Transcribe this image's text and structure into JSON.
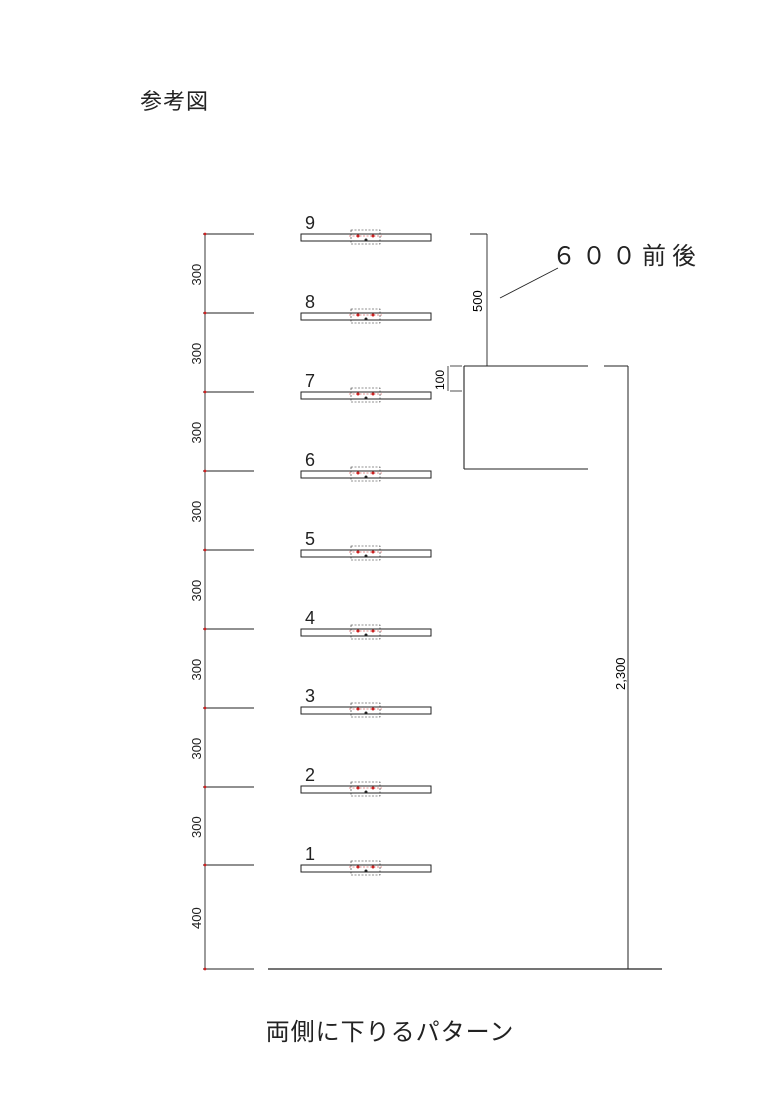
{
  "header": {
    "title": "参考図"
  },
  "footer": {
    "caption": "両側に下りるパターン"
  },
  "callout": {
    "label": "６００前後"
  },
  "shelves": [
    {
      "label": "1"
    },
    {
      "label": "2"
    },
    {
      "label": "3"
    },
    {
      "label": "4"
    },
    {
      "label": "5"
    },
    {
      "label": "6"
    },
    {
      "label": "7"
    },
    {
      "label": "8"
    },
    {
      "label": "9"
    }
  ],
  "left_dimensions": [
    "300",
    "300",
    "300",
    "300",
    "300",
    "300",
    "300",
    "300",
    "400"
  ],
  "dimensions": {
    "top_gap": "500",
    "offset": "100",
    "total_height": "2,300"
  },
  "colors": {
    "line": "#222222",
    "accent": "#cc2222"
  }
}
